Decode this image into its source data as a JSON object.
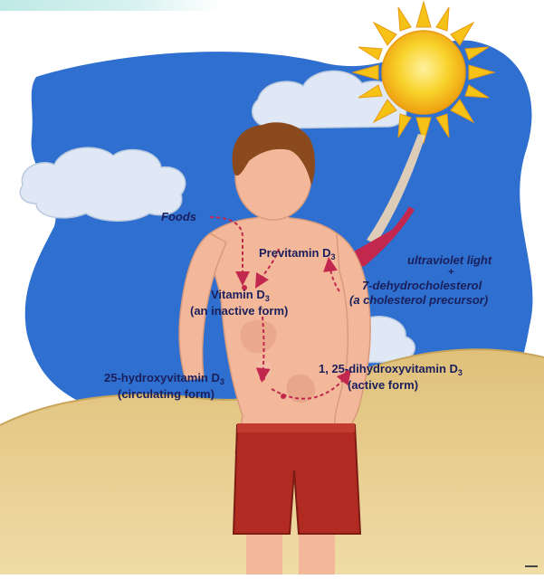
{
  "diagram": {
    "labels": {
      "foods": "Foods",
      "previtamin": "Previtamin D",
      "previtamin_sub": "3",
      "uv_light": "ultraviolet light",
      "plus": "+",
      "dehydro": "7-dehydrocholesterol",
      "cholesterol_precursor": "(a cholesterol precursor)",
      "vitamin_d3": "Vitamin D",
      "vitamin_d3_sub": "3",
      "inactive_form": "(an inactive form)",
      "hydroxy25": "25-hydroxyvitamin D",
      "hydroxy25_sub": "3",
      "circulating_form": "(circulating form)",
      "dihydroxy": "1, 25-dihydroxyvitamin D",
      "dihydroxy_sub": "3",
      "active_form": "(active form)"
    },
    "colors": {
      "sky": "#2f6fcf",
      "sun": "#f6c215",
      "sand": "#e8cf8c",
      "skin": "#f3b89a",
      "hair": "#8a4a1e",
      "shorts": "#b12b22",
      "arrow": "#c2274e",
      "text": "#1a1f5c"
    }
  }
}
